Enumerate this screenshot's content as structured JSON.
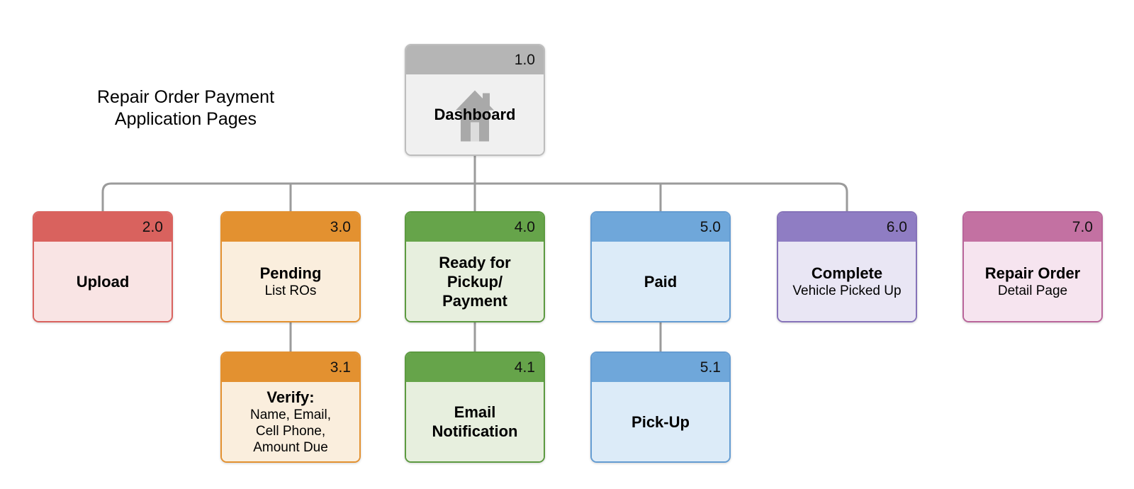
{
  "diagram_title": "Repair Order Payment\nApplication Pages",
  "line_color": "#9b9b9b",
  "palette": {
    "gray": {
      "header": "#b5b5b5",
      "body": "#f0f0f0",
      "border": "#bdbdbd"
    },
    "red": {
      "header": "#d9625e",
      "body": "#f9e4e4",
      "border": "#d9625e"
    },
    "orange": {
      "header": "#e39130",
      "body": "#faeedd",
      "border": "#e39130"
    },
    "green": {
      "header": "#66a44a",
      "body": "#e7efde",
      "border": "#5c9a40"
    },
    "blue": {
      "header": "#6fa7da",
      "body": "#dcebf8",
      "border": "#649cd2"
    },
    "purple": {
      "header": "#8f7dc3",
      "body": "#e9e6f4",
      "border": "#8673b9"
    },
    "pink": {
      "header": "#c371a2",
      "body": "#f6e4ef",
      "border": "#b9659a"
    }
  },
  "icons": {
    "dashboard": "home-icon",
    "home_icon_color": "#a9a9a9",
    "home_icon_door_color": "#dcdcdc"
  },
  "nodes": [
    {
      "number": "1.0",
      "title": "Dashboard",
      "subtitle": "",
      "theme": "gray"
    },
    {
      "number": "2.0",
      "title": "Upload",
      "subtitle": "",
      "theme": "red"
    },
    {
      "number": "3.0",
      "title": "Pending",
      "subtitle": "List ROs",
      "theme": "orange"
    },
    {
      "number": "4.0",
      "title": "Ready for\nPickup/\nPayment",
      "subtitle": "",
      "theme": "green"
    },
    {
      "number": "5.0",
      "title": "Paid",
      "subtitle": "",
      "theme": "blue"
    },
    {
      "number": "6.0",
      "title": "Complete",
      "subtitle": "Vehicle Picked Up",
      "theme": "purple"
    },
    {
      "number": "7.0",
      "title": "Repair Order",
      "subtitle": "Detail Page",
      "theme": "pink"
    },
    {
      "number": "3.1",
      "title": "Verify:",
      "subtitle": "Name, Email,\nCell Phone,\nAmount Due",
      "theme": "orange"
    },
    {
      "number": "4.1",
      "title": "Email\nNotification",
      "subtitle": "",
      "theme": "green"
    },
    {
      "number": "5.1",
      "title": "Pick-Up",
      "subtitle": "",
      "theme": "blue"
    }
  ],
  "edges": [
    {
      "from": "1.0",
      "to": "2.0"
    },
    {
      "from": "1.0",
      "to": "3.0"
    },
    {
      "from": "1.0",
      "to": "4.0"
    },
    {
      "from": "1.0",
      "to": "5.0"
    },
    {
      "from": "1.0",
      "to": "6.0"
    },
    {
      "from": "3.0",
      "to": "3.1"
    },
    {
      "from": "4.0",
      "to": "4.1"
    },
    {
      "from": "5.0",
      "to": "5.1"
    }
  ]
}
